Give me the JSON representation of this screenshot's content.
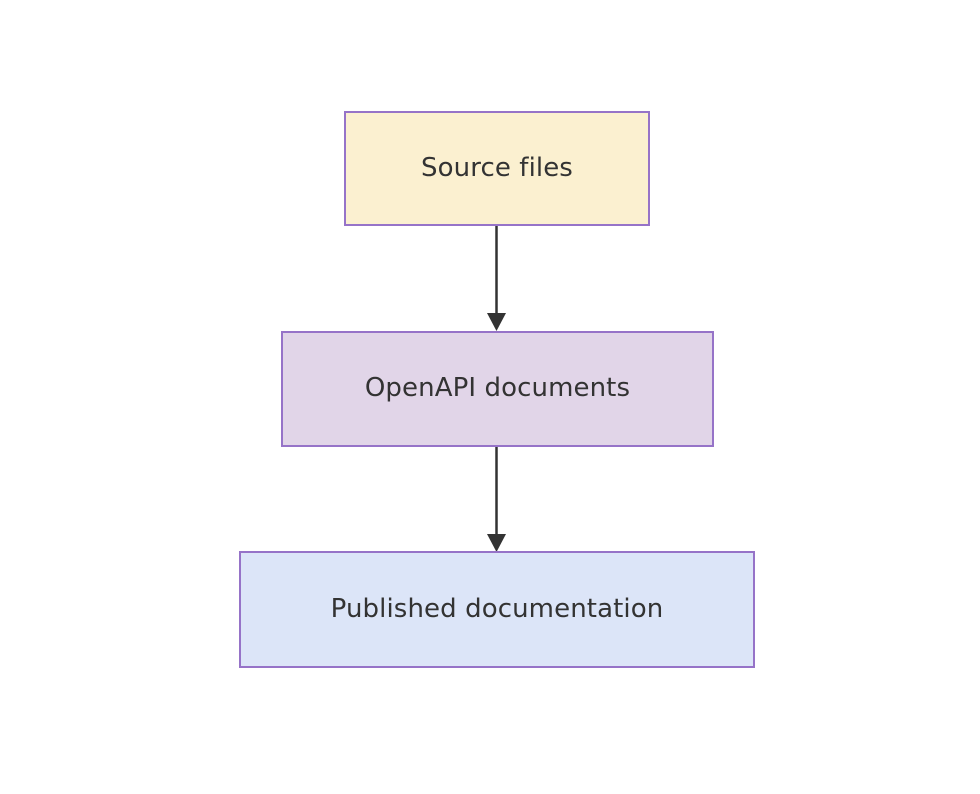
{
  "diagram": {
    "type": "flowchart",
    "direction": "top-to-bottom",
    "background_color": "#ffffff",
    "nodes": [
      {
        "id": "source-files",
        "label": "Source files",
        "fill_color": "#fbf0d0",
        "border_color": "#9673c8",
        "text_color": "#333333"
      },
      {
        "id": "openapi-documents",
        "label": "OpenAPI documents",
        "fill_color": "#e1d5e8",
        "border_color": "#9673c8",
        "text_color": "#333333"
      },
      {
        "id": "published-documentation",
        "label": "Published documentation",
        "fill_color": "#dce5f8",
        "border_color": "#9673c8",
        "text_color": "#333333"
      }
    ],
    "edges": [
      {
        "id": "edge-source-to-openapi",
        "from": "source-files",
        "to": "openapi-documents",
        "label": "",
        "color": "#333333",
        "arrowhead": "triangle"
      },
      {
        "id": "edge-openapi-to-published",
        "from": "openapi-documents",
        "to": "published-documentation",
        "label": "",
        "color": "#333333",
        "arrowhead": "triangle"
      }
    ]
  }
}
